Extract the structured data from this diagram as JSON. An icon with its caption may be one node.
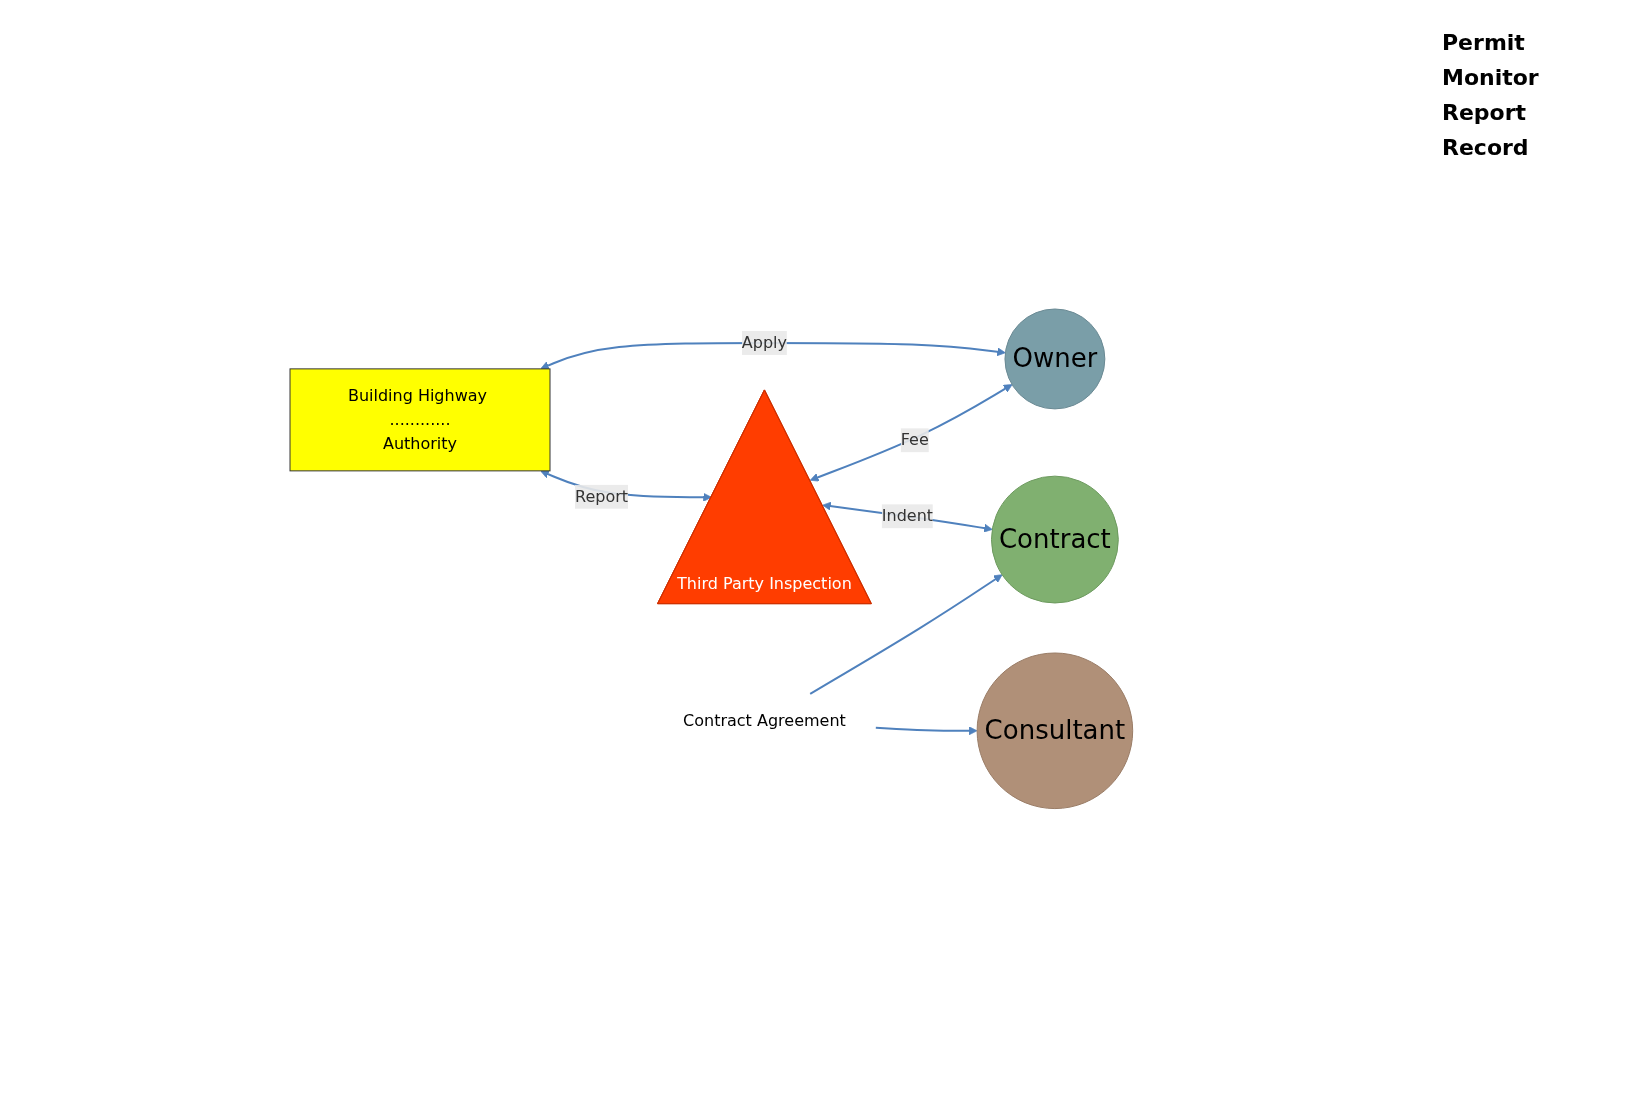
{
  "diagram": {
    "nodes": [
      {
        "text": [
          "Building Highway ............",
          "Authority"
        ]
      },
      {
        "text": [
          "Owner"
        ]
      },
      {
        "text": [
          "Consultant"
        ]
      },
      {
        "text": [
          "Contract"
        ]
      },
      {
        "text": [
          "Third Party Inspection"
        ]
      },
      {
        "text": [
          "Contract Agreement"
        ]
      }
    ],
    "edges": [
      {
        "from": 0,
        "to": 1,
        "arrow": "both",
        "label": "Apply"
      },
      {
        "from": 0,
        "to": 4,
        "arrow": "both",
        "label": "Report"
      },
      {
        "from": 4,
        "to": 1,
        "arrow": "both",
        "label": "Fee"
      },
      {
        "from": 4,
        "to": 3,
        "arrow": "both",
        "label": "Indent"
      },
      {
        "from": 5,
        "to": 2,
        "arrow": "to"
      },
      {
        "from": 5,
        "to": 3,
        "arrow": "to"
      }
    ],
    "labels": [
      "Permit",
      "Monitor",
      "Report",
      "Record"
    ]
  }
}
